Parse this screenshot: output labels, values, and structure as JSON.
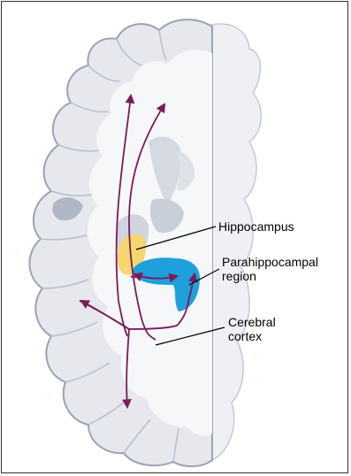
{
  "labels": {
    "hippocampus": "Hippocampus",
    "parahippocampal_line1": "Parahippocampal",
    "parahippocampal_line2": "region",
    "cerebral_line1": "Cerebral",
    "cerebral_line2": "cortex"
  },
  "colors": {
    "cortex_fill": "#e6e8ee",
    "cortex_outline": "#9aa3b3",
    "white_matter": "#f6f7f9",
    "deep_structures": "#d4d9e2",
    "hippocampus": "#f5d673",
    "parahippocampal_region": "#1f9fdc",
    "arrows": "#7a1c5a",
    "leader_lines": "#000000"
  }
}
